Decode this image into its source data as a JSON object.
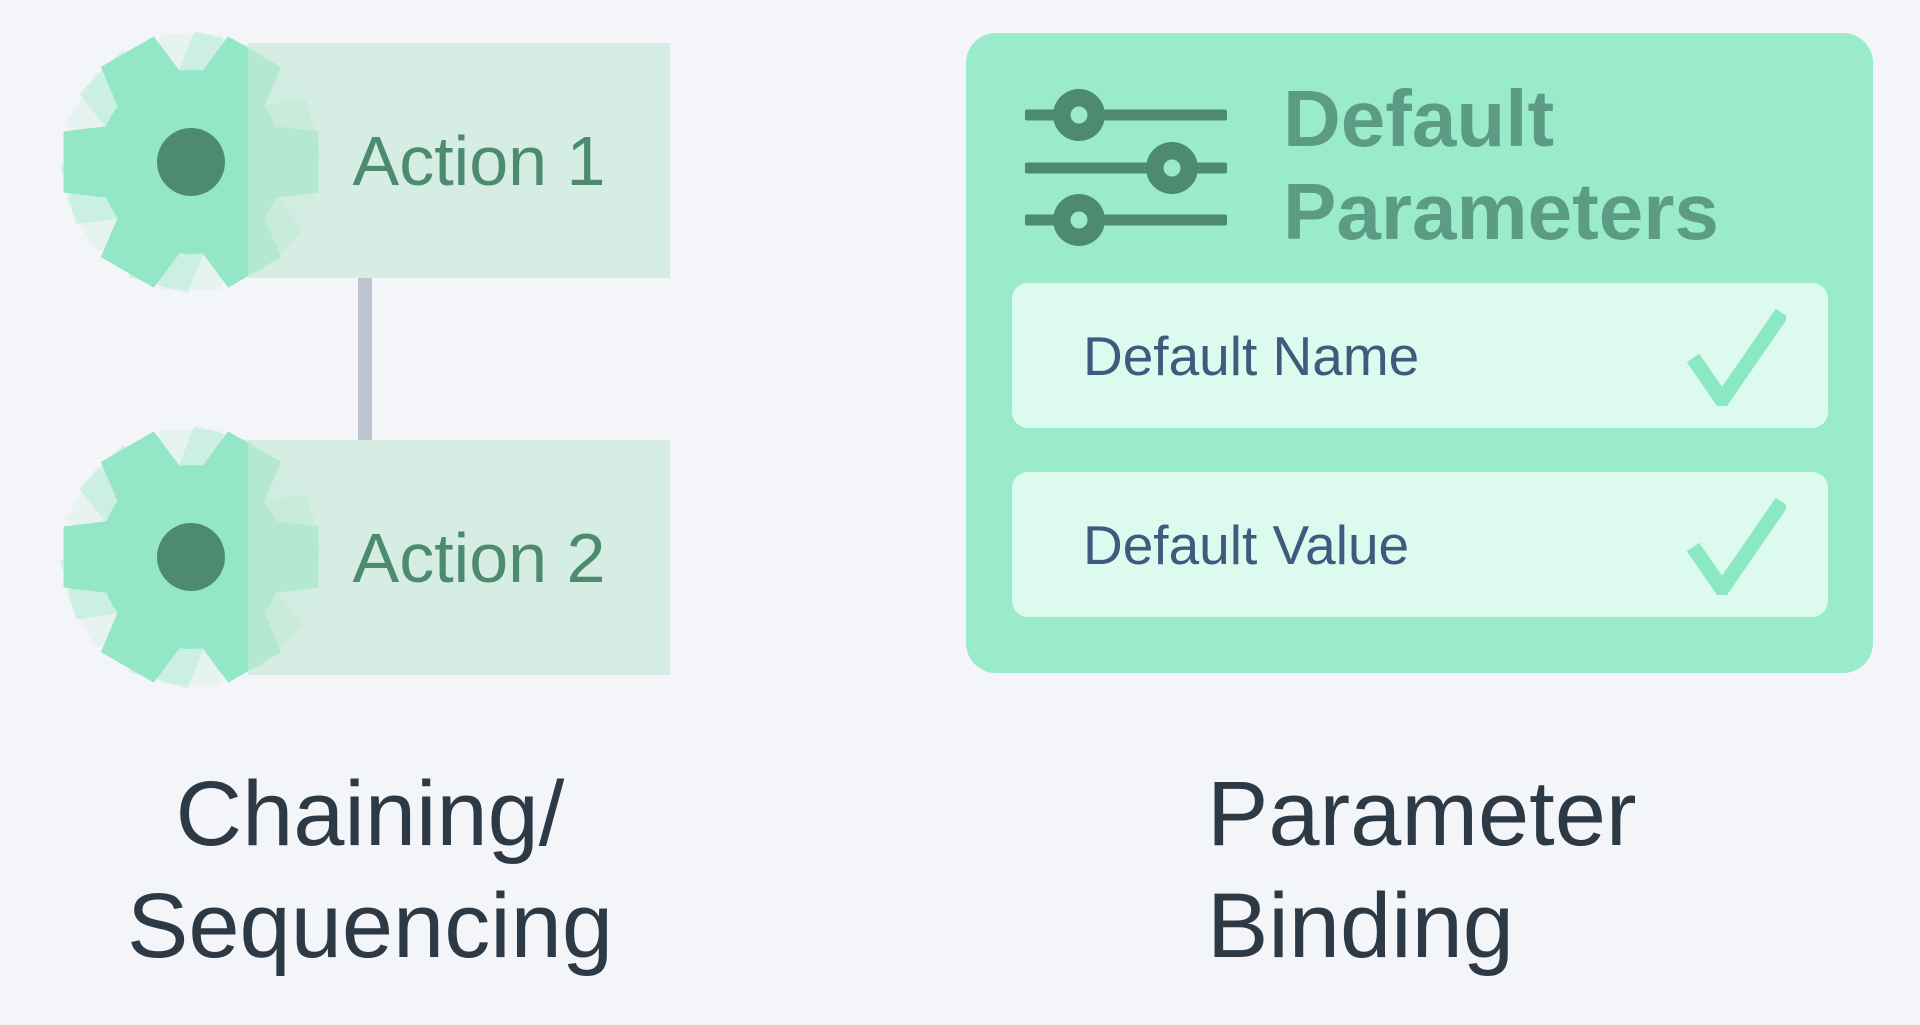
{
  "left_figure": {
    "action1_label": "Action 1",
    "action2_label": "Action 2",
    "caption_line1": "Chaining/",
    "caption_line2": "Sequencing"
  },
  "right_figure": {
    "title_line1": "Default",
    "title_line2": "Parameters",
    "rows": [
      {
        "label": "Default Name",
        "checked": true
      },
      {
        "label": "Default Value",
        "checked": true
      }
    ],
    "caption_line1": "Parameter",
    "caption_line2": "Binding"
  },
  "icons": {
    "gear": "gear-icon",
    "sliders": "sliders-icon",
    "check": "checkmark-icon"
  },
  "colors": {
    "background": "#f3f5f8",
    "gear_mint": "#93e7c6",
    "gear_hub": "#4e8a72",
    "action_box": "rgba(198,233,215,0.67)",
    "action_text": "#4d8a72",
    "connector": "#bdc5d0",
    "card_bg": "#9aeacc",
    "card_title": "#5d9c84",
    "sliders_icon": "#4e8a72",
    "row_bg": "#ddfaef",
    "row_text": "#3e5a7d",
    "checkmark": "#8be8c5",
    "caption_text": "#2d3a46"
  }
}
